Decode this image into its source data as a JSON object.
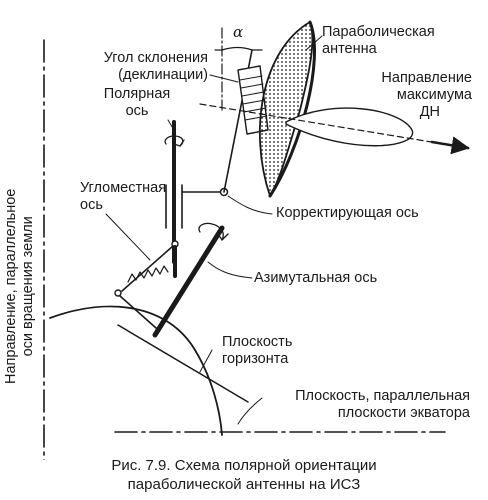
{
  "labels": {
    "declination_angle_line1": "Угол склонения",
    "declination_angle_line2": "(деклинации)",
    "alpha": "α",
    "parabolic_antenna_line1": "Параболическая",
    "parabolic_antenna_line2": "антенна",
    "max_direction_line1": "Направление",
    "max_direction_line2": "максимума",
    "max_direction_line3": "ДН",
    "polar_axis_line1": "Полярная",
    "polar_axis_line2": "ось",
    "elevation_axis_line1": "Угломестная",
    "elevation_axis_line2": "ось",
    "correcting_axis": "Корректирующая ось",
    "azimuth_axis": "Азимутальная ось",
    "horizon_plane_line1": "Плоскость",
    "horizon_plane_line2": "горизонта",
    "equator_plane_line1": "Плоскость, параллельная",
    "equator_plane_line2": "плоскости экватора",
    "earth_axis_line1": "Направление, параллельное",
    "earth_axis_line2": "оси вращения земли"
  },
  "caption": {
    "line1": "Рис. 7.9. Схема полярной ориентации",
    "line2": "параболической антенны на ИСЗ"
  },
  "colors": {
    "ink": "#1a1a1a",
    "background": "#ffffff"
  }
}
